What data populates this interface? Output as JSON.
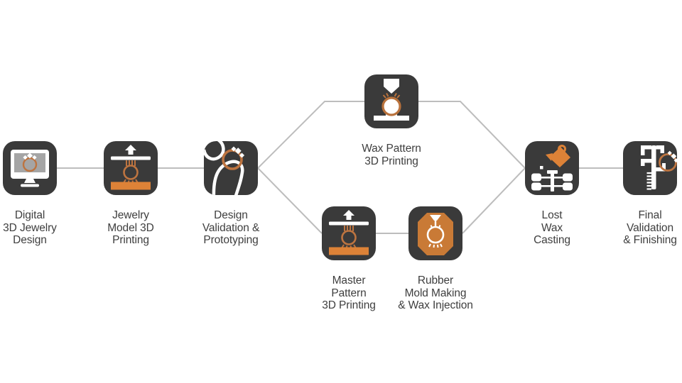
{
  "diagram": {
    "name": "jewelry-3d-printing-casting-workflow",
    "colors": {
      "tile_background": "#3a3a3a",
      "accent_orange": "#dd8237",
      "ring_orange": "#bd7440",
      "mold_orange": "#c97a36",
      "screen_gray": "#a5a5a5",
      "connector_gray": "#bdbdbd",
      "label_text": "#3e3e3e",
      "page_background": "#ffffff"
    },
    "nodes": [
      {
        "id": "digital-3d-jewelry-design",
        "icon": "monitor-ring-icon",
        "label_lines": [
          "Digital",
          "3D Jewelry",
          "Design"
        ]
      },
      {
        "id": "jewelry-model-3d-printing",
        "icon": "3d-printer-icon",
        "label_lines": [
          "Jewelry",
          "Model 3D",
          "Printing"
        ]
      },
      {
        "id": "design-validation-prototyping",
        "icon": "ring-on-finger-icon",
        "label_lines": [
          "Design",
          "Validation &",
          "Prototyping"
        ]
      },
      {
        "id": "wax-pattern-3d-printing",
        "icon": "wax-printer-nozzle-icon",
        "label_lines": [
          "Wax Pattern",
          "3D Printing"
        ]
      },
      {
        "id": "master-pattern-3d-printing",
        "icon": "3d-printer-icon",
        "label_lines": [
          "Master",
          "Pattern",
          "3D Printing"
        ]
      },
      {
        "id": "rubber-mold-making-wax-injection",
        "icon": "rubber-mold-icon",
        "label_lines": [
          "Rubber",
          "Mold Making",
          "& Wax Injection"
        ]
      },
      {
        "id": "lost-wax-casting",
        "icon": "crucible-casting-tree-icon",
        "label_lines": [
          "Lost",
          "Wax",
          "Casting"
        ]
      },
      {
        "id": "final-validation-finishing",
        "icon": "caliper-ring-icon",
        "label_lines": [
          "Final",
          "Validation",
          "& Finishing"
        ]
      }
    ]
  }
}
